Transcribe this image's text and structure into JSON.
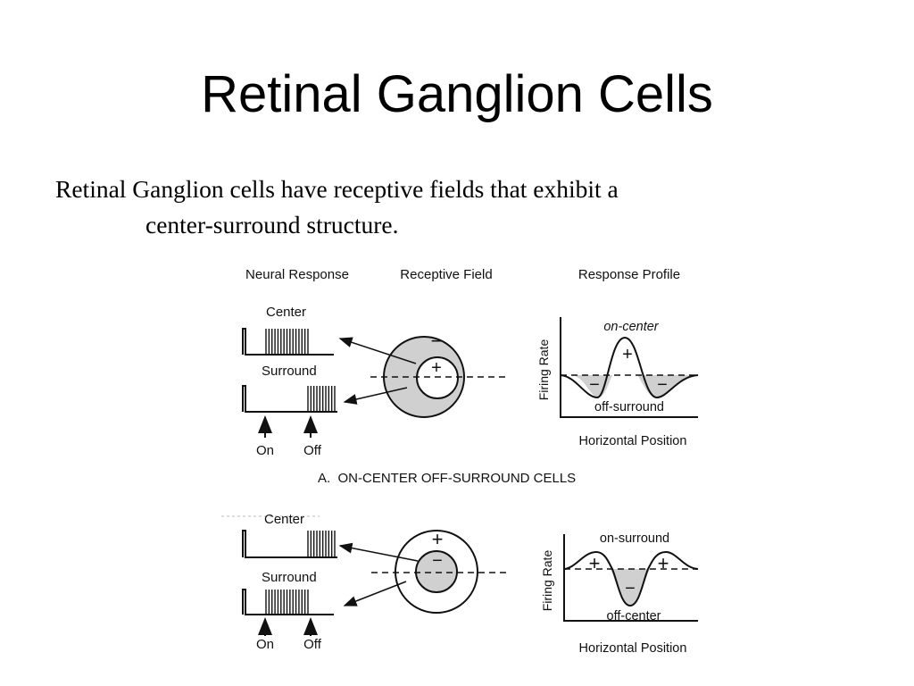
{
  "slide": {
    "title": "Retinal Ganglion Cells",
    "body_line1": "Retinal Ganglion cells have receptive fields that exhibit a",
    "body_line2": "center-surround structure."
  },
  "figure": {
    "col_neural": "Neural Response",
    "col_field": "Receptive Field",
    "col_profile": "Response Profile",
    "caption_a": "A.  ON-CENTER OFF-SURROUND CELLS",
    "panel_a": {
      "center_label": "Center",
      "surround_label": "Surround",
      "on_label": "On",
      "off_label": "Off",
      "field_outer_sign": "−",
      "field_inner_sign": "+",
      "profile_top": "on-center",
      "profile_bottom": "off-surround",
      "profile_peak_sign": "+",
      "profile_left_sign": "−",
      "profile_right_sign": "−",
      "y_axis": "Firing Rate",
      "x_axis": "Horizontal Position"
    },
    "panel_b": {
      "center_label": "Center",
      "surround_label": "Surround",
      "on_label": "On",
      "off_label": "Off",
      "field_outer_sign": "+",
      "field_inner_sign": "−",
      "profile_top": "on-surround",
      "profile_bottom": "off-center",
      "profile_left_sign": "+",
      "profile_right_sign": "+",
      "profile_dip_sign": "−",
      "y_axis": "Firing Rate",
      "x_axis": "Horizontal Position"
    },
    "colors": {
      "shade": "#d0d0d0",
      "ink": "#111111"
    }
  }
}
